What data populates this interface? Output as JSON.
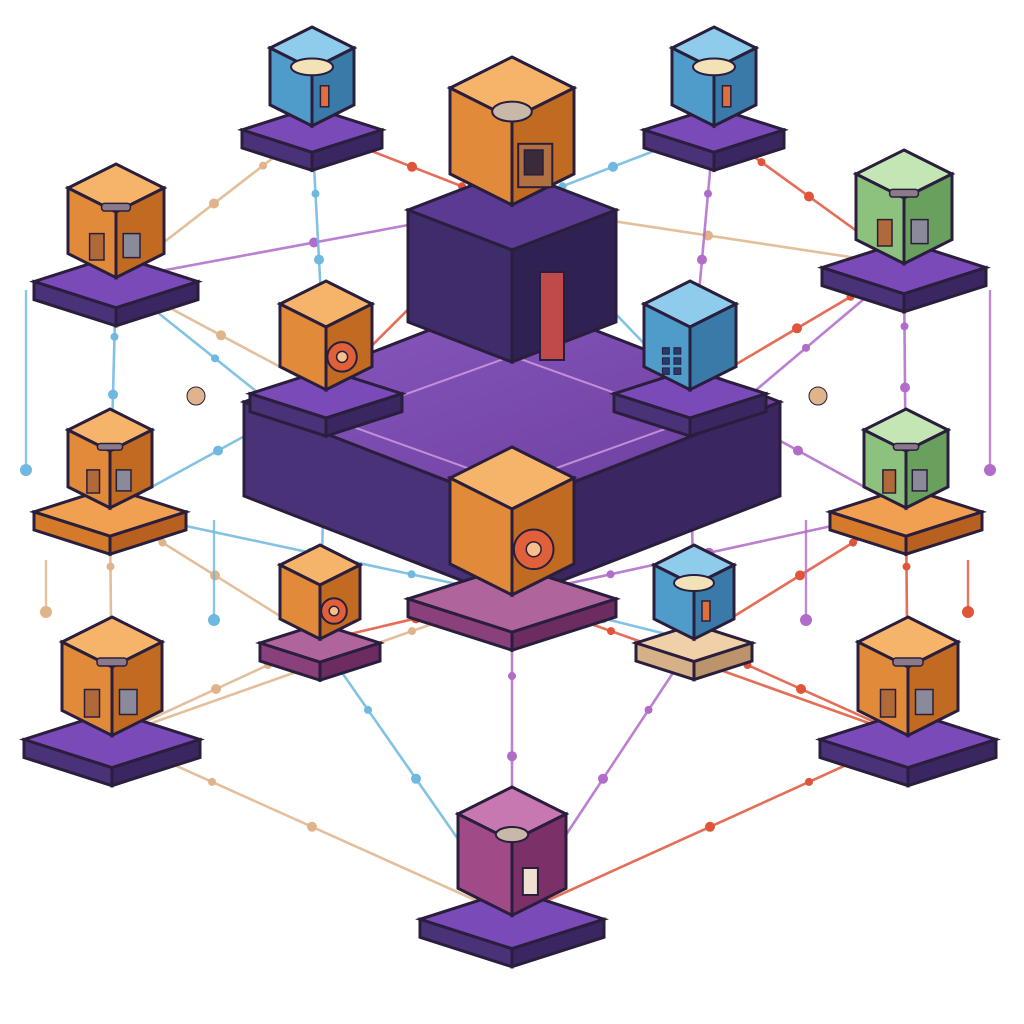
{
  "diagram": {
    "kind": "isometric-network-illustration",
    "text": [],
    "palette": {
      "background": "#ffffff",
      "plinth_purple": "#6b3fa0",
      "plinth_dark": "#3e2c6b",
      "central_platform": "#7a4bb0",
      "node_orange": "#e89a4a",
      "node_blue": "#5aa9d6",
      "node_green": "#9ccf8e",
      "node_magenta": "#a84c8c",
      "line_red": "#e0553a",
      "line_blue": "#6fb8e0",
      "line_purple": "#b06cc8",
      "line_tan": "#e0b48a",
      "outline": "#2a1e3d"
    },
    "nodes": [
      {
        "id": "hub-top",
        "color": "orange",
        "plinth": "purple-tower",
        "icon": "server-equipment-icon"
      },
      {
        "id": "top-left",
        "color": "blue",
        "plinth": "purple",
        "icon": "storage-tank-icon"
      },
      {
        "id": "top-right",
        "color": "blue",
        "plinth": "purple",
        "icon": "storage-tank-icon"
      },
      {
        "id": "upper-left",
        "color": "orange",
        "plinth": "purple",
        "icon": "machine-icon"
      },
      {
        "id": "upper-right",
        "color": "green",
        "plinth": "purple",
        "icon": "machine-icon"
      },
      {
        "id": "inner-left",
        "color": "orange",
        "plinth": "purple",
        "icon": "gear-icon"
      },
      {
        "id": "inner-right",
        "color": "blue",
        "plinth": "purple",
        "icon": "control-panel-icon"
      },
      {
        "id": "mid-left",
        "color": "orange",
        "plinth": "orange",
        "icon": "toolbox-icon"
      },
      {
        "id": "mid-right",
        "color": "green",
        "plinth": "orange",
        "icon": "toolbox-icon"
      },
      {
        "id": "hub-center",
        "color": "orange",
        "plinth": "magenta",
        "icon": "gear-icon"
      },
      {
        "id": "small-left",
        "color": "orange",
        "plinth": "magenta",
        "icon": "gear-icon"
      },
      {
        "id": "small-right",
        "color": "blue",
        "plinth": "tan",
        "icon": "storage-tank-icon"
      },
      {
        "id": "lower-left",
        "color": "orange",
        "plinth": "purple",
        "icon": "tools-icon"
      },
      {
        "id": "lower-right",
        "color": "orange",
        "plinth": "purple",
        "icon": "tools-icon"
      },
      {
        "id": "bottom",
        "color": "magenta",
        "plinth": "purple",
        "icon": "bottle-icon"
      }
    ]
  }
}
